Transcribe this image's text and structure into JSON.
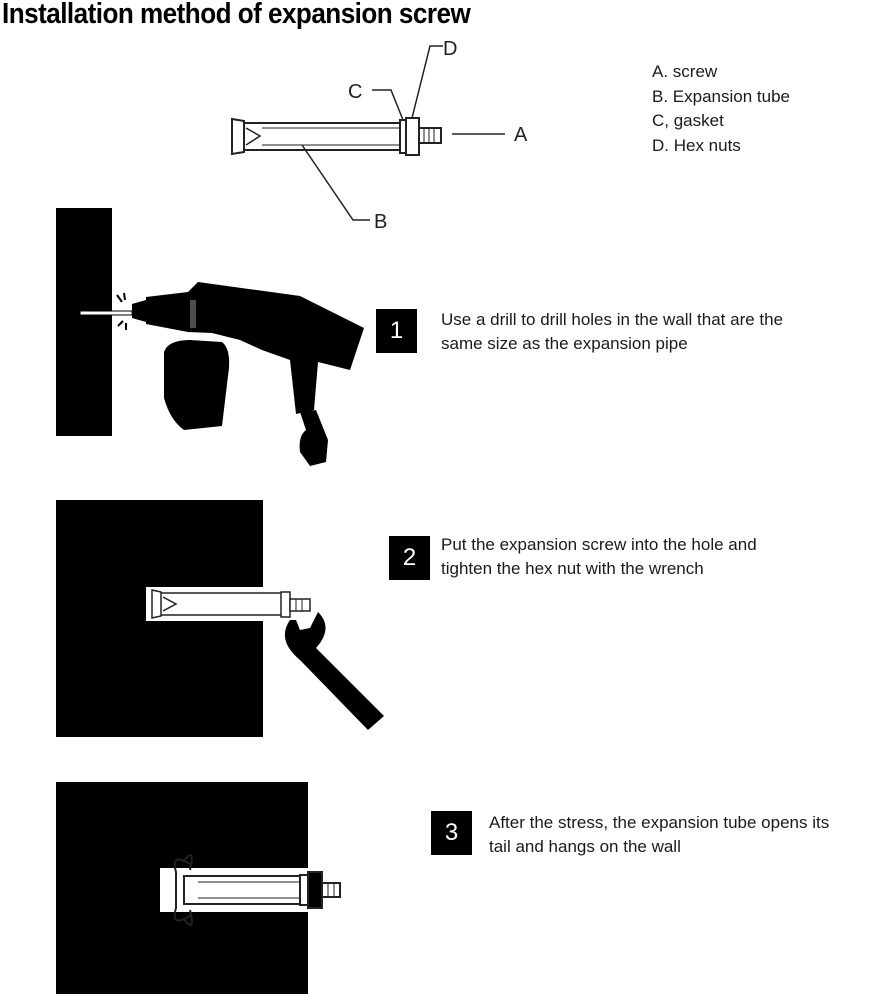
{
  "title": "Installation method of expansion screw",
  "parts_diagram": {
    "labels": {
      "a": "A",
      "b": "B",
      "c": "C",
      "d": "D"
    }
  },
  "legend": [
    "A. screw",
    "B. Expansion tube",
    "C, gasket",
    "D. Hex nuts"
  ],
  "steps": [
    {
      "number": "1",
      "text_line1": "Use a drill to drill holes in the wall that are the",
      "text_line2": "same size as the expansion pipe"
    },
    {
      "number": "2",
      "text_line1": "Put the expansion screw into the hole and",
      "text_line2": "tighten the hex nut with the wrench"
    },
    {
      "number": "3",
      "text_line1": "After the stress, the expansion tube opens its",
      "text_line2": "tail and hangs on the wall"
    }
  ]
}
